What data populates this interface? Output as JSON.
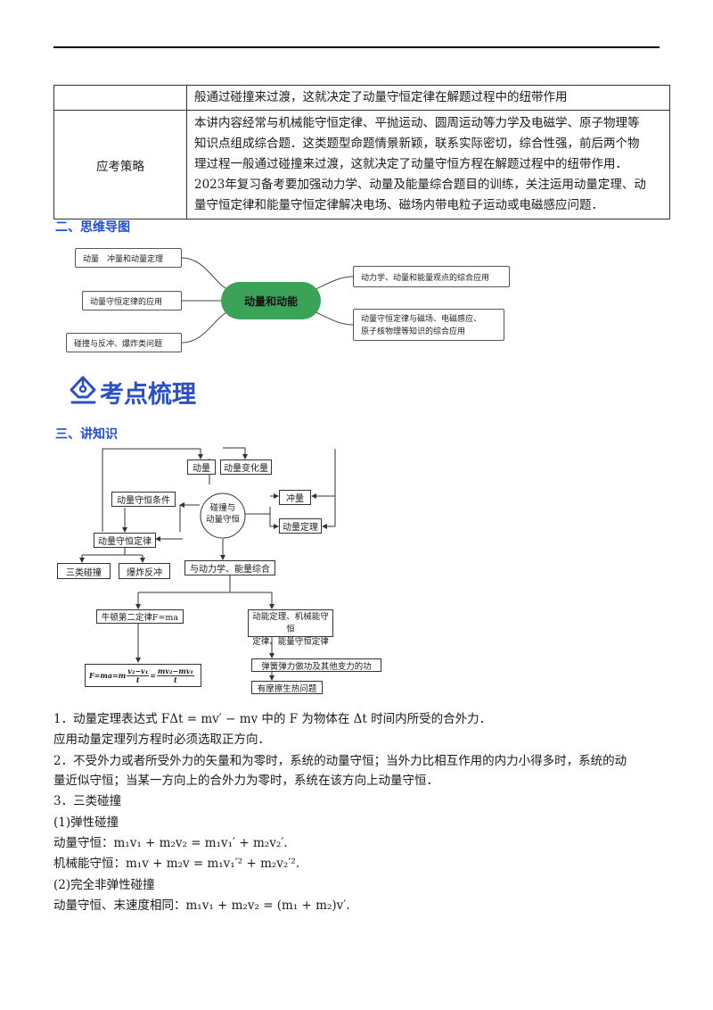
{
  "table": {
    "row1_text": "般通过碰撞来过渡，这就决定了动量守恒定律在解题过程中的纽带作用",
    "row2_label": "应考策略",
    "row2_lines": [
      "本讲内容经常与机械能守恒定律、平抛运动、圆周运动等力学及电磁学、原子物理等",
      "知识点组成综合题．这类题型命题情景新颖，联系实际密切，综合性强，前后两个物",
      "理过程一般通过碰撞来过渡，这就决定了动量守恒方程在解题过程中的纽带作用．",
      "2023年复习备考要加强动力学、动量及能量综合题目的训练，关注运用动量定理、动",
      "量守恒定律和能量守恒定律解决电场、磁场内带电粒子运动或电磁感应问题．"
    ]
  },
  "headings": {
    "h2_mindmap": "二、思维导图",
    "banner": "考点梳理",
    "h3_knowledge": "三、讲知识"
  },
  "mindmap": {
    "center": "动量和动能",
    "left1": "动量　冲量和动量定理",
    "left2": "动量守恒定律的应用",
    "left3": "碰撞与反冲、爆炸类问题",
    "right1": "动力学、动量和能量观点的综合应用",
    "right2a": "动量守恒定律与磁场、电磁感应、",
    "right2b": "原子核物理等知识的综合应用"
  },
  "diagram": {
    "dongliang": "动量",
    "dongliang_bianhua": "动量变化量",
    "center_a": "碰撞与",
    "center_b": "动量守恒",
    "shouheng_tiaojian": "动量守恒条件",
    "chongliang": "冲量",
    "dongliang_dingli": "动量定理",
    "shouheng_dinglv": "动量守恒定律",
    "sanlei": "三类碰撞",
    "baozha": "爆炸反冲",
    "zonghe": "与动力学、能量综合",
    "niudun": "牛顿第二定律F=ma",
    "dongneng_a": "动能定理、机械能守恒",
    "dongneng_b": "定律、能量守恒定律",
    "tanhuang": "弹簧弹力做功及其他变力的功",
    "mocha": "有摩擦生热问题",
    "formula_left": "F=ma=m",
    "frac1_num": "v₂−v₁",
    "frac1_den": "t",
    "formula_eq": "=",
    "frac2_num": "mv₂−mv₁",
    "frac2_den": "t"
  },
  "text": {
    "p1": "1．动量定理表达式 FΔt = mv′ − mv 中的 F 为物体在 Δt 时间内所受的合外力．",
    "p2": "应用动量定理列方程时必须选取正方向．",
    "p3a": "2．不受外力或者所受外力的矢量和为零时，系统的动量守恒；当外力比相互作用的内力小得多时，系统的动",
    "p3b": "量近似守恒；当某一方向上的合外力为零时，系统在该方向上动量守恒．",
    "p4": "3．三类碰撞",
    "p5": "(1)弹性碰撞",
    "p6": "动量守恒：m₁v₁ + m₂v₂ = m₁v₁′ + m₂v₂′.",
    "p7": "机械能守恒：m₁v + m₂v = m₁v₁′² + m₂v₂′².",
    "p8": "(2)完全非弹性碰撞",
    "p9": "动量守恒、末速度相同：m₁v₁ + m₂v₂ = (m₁ + m₂)v′."
  },
  "colors": {
    "heading_blue": "#1f4fd8",
    "mindmap_center_green": "#3aa357",
    "banner_blue": "#2a50c9"
  },
  "icons": {
    "banner_icon": "pen-nib-icon"
  }
}
